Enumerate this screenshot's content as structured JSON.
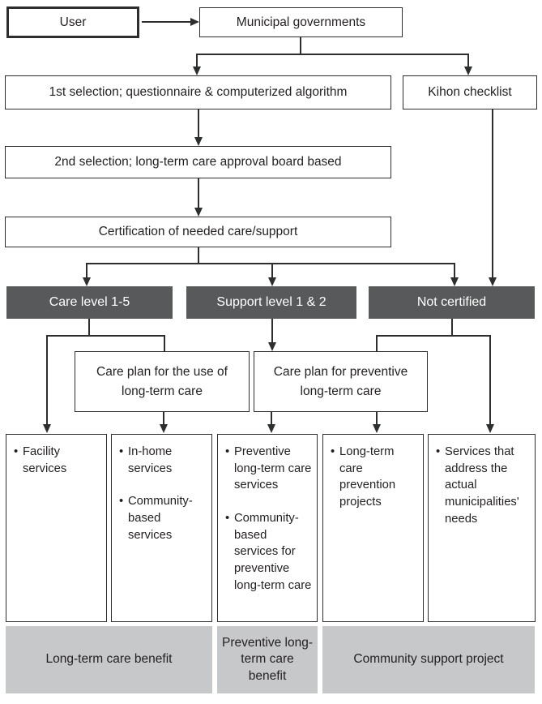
{
  "colors": {
    "line": "#2d2e30",
    "box_border": "#2d2e30",
    "dark_box_fill": "#58595b",
    "dark_box_text": "#ffffff",
    "gray_bar_fill": "#c7c8ca",
    "text": "#231f20",
    "background": "#ffffff"
  },
  "flow": {
    "user": "User",
    "municipal": "Municipal governments",
    "first_selection": "1st selection; questionnaire & computerized algorithm",
    "kihon_checklist": "Kihon checklist",
    "second_selection": "2nd selection; long-term care approval board based",
    "certification": "Certification of needed care/support",
    "care_level": "Care level 1-5",
    "support_level": "Support level 1 & 2",
    "not_certified": "Not certified",
    "care_plan_ltc": "Care plan for the use of long-term care",
    "care_plan_preventive": "Care plan for preventive long-term care"
  },
  "services": [
    {
      "id": "facility-services",
      "items": [
        "Facility services"
      ]
    },
    {
      "id": "in-home-services",
      "items": [
        "In-home services",
        "Community-based services"
      ]
    },
    {
      "id": "preventive-services",
      "items": [
        "Preventive long-term care services",
        "Community-based services for preventive long-term care"
      ]
    },
    {
      "id": "prevention-projects",
      "items": [
        "Long-term care prevention projects"
      ]
    },
    {
      "id": "municipal-needs",
      "items": [
        "Services that address the actual municipalities' needs"
      ]
    }
  ],
  "benefits": [
    {
      "label": "Long-term care benefit"
    },
    {
      "label": "Preventive long-term care benefit"
    },
    {
      "label": "Community support project"
    }
  ]
}
